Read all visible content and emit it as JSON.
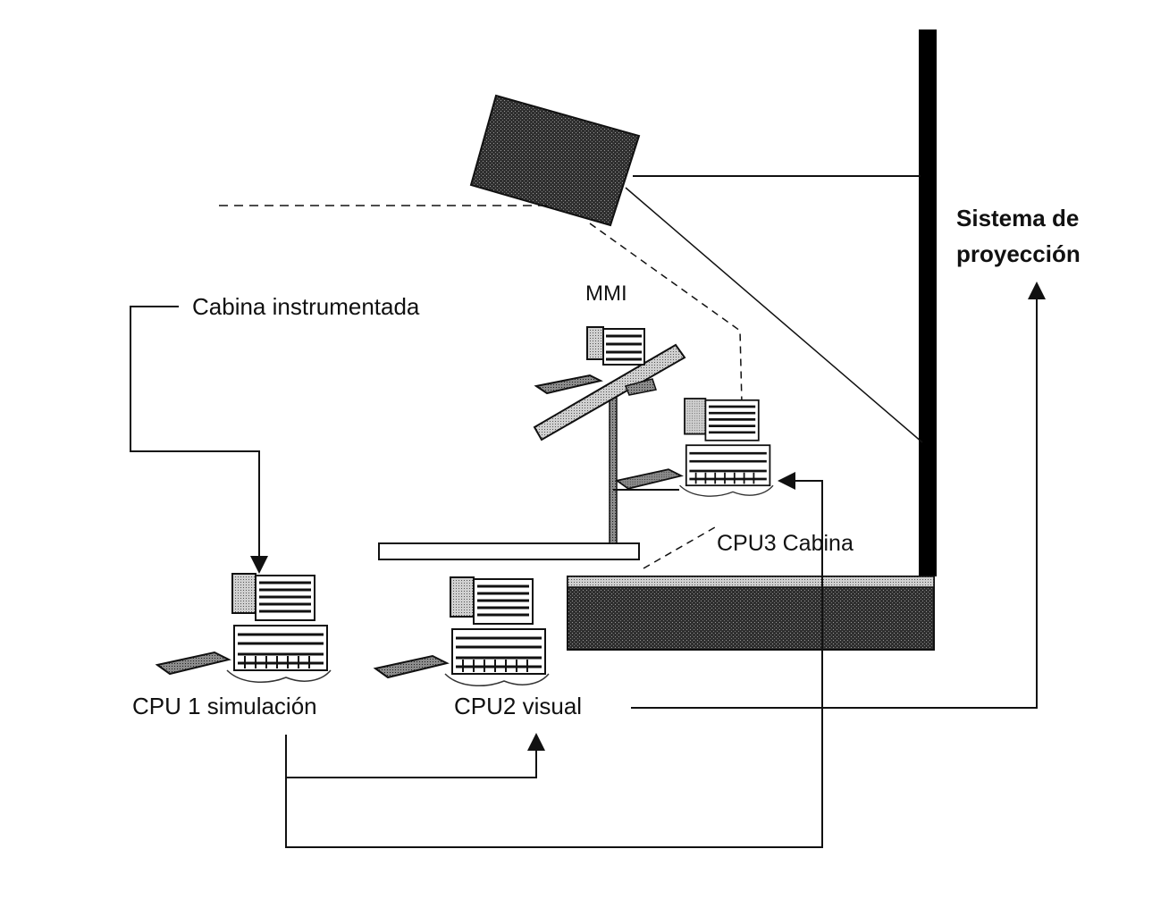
{
  "labels": {
    "projection_system_line1": "Sistema de",
    "projection_system_line2": "proyección",
    "cockpit": "Cabina instrumentada",
    "mmi": "MMI",
    "cpu3": "CPU3 Cabina",
    "cpu1": "CPU 1 simulación",
    "cpu2": "CPU2 visual"
  },
  "colors": {
    "line": "#111111",
    "screen_dark": "#3a3a3a",
    "panel_light": "#b9b9b9"
  },
  "icons": [
    "projector-icon",
    "computer-icon",
    "monitor-icon",
    "keyboard-icon",
    "mouse-icon"
  ]
}
